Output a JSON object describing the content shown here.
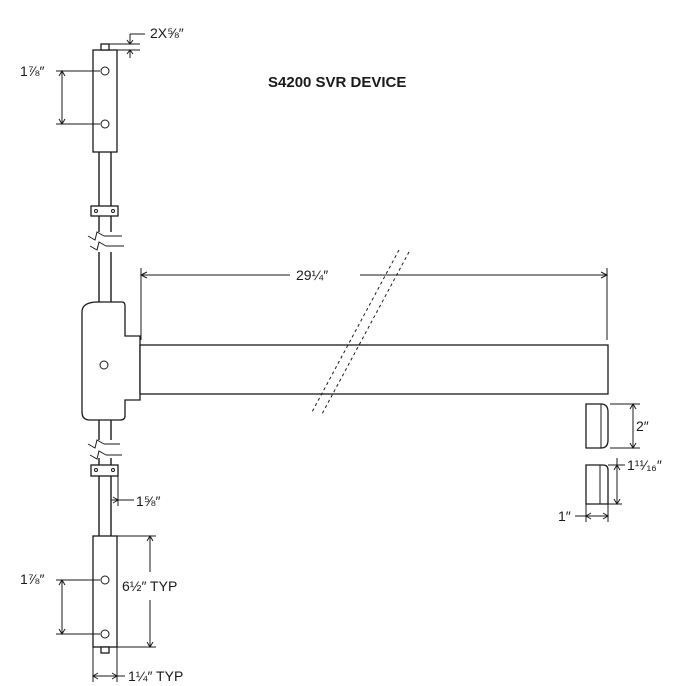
{
  "title": "S4200 SVR DEVICE",
  "dimensions": {
    "top_pin": "2X⅝″",
    "top_hole_spacing": "1⅞″",
    "bar_length": "29¼″",
    "pad_height": "2″",
    "pad_depth": "1¹¹⁄₁₆″",
    "pad_width": "1″",
    "rod_offset": "1⅝″",
    "bottom_hole_spacing": "1⅞″",
    "bottom_latch_height": "6½″ TYP",
    "bottom_latch_width": "1¼″ TYP"
  }
}
